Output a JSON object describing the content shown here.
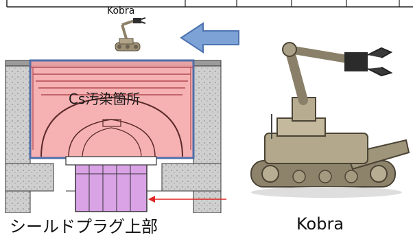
{
  "top_label": "Kobra",
  "section_label": "Cs汚染箇所",
  "bottom_left_caption": "シールドプラグ上部",
  "bottom_right_caption": "Kobra",
  "colors": {
    "contamination_fill": "#f4a3a6",
    "contamination_border": "#4f6fa8",
    "arrow_fill": "#7da2d6",
    "arrow_stroke": "#4d74b0",
    "pointer_arrow": "#e02424",
    "concrete": "#c9c9c9"
  },
  "icons": {
    "robot_small": "kobra-robot-icon",
    "robot_large": "kobra-robot-photo"
  }
}
